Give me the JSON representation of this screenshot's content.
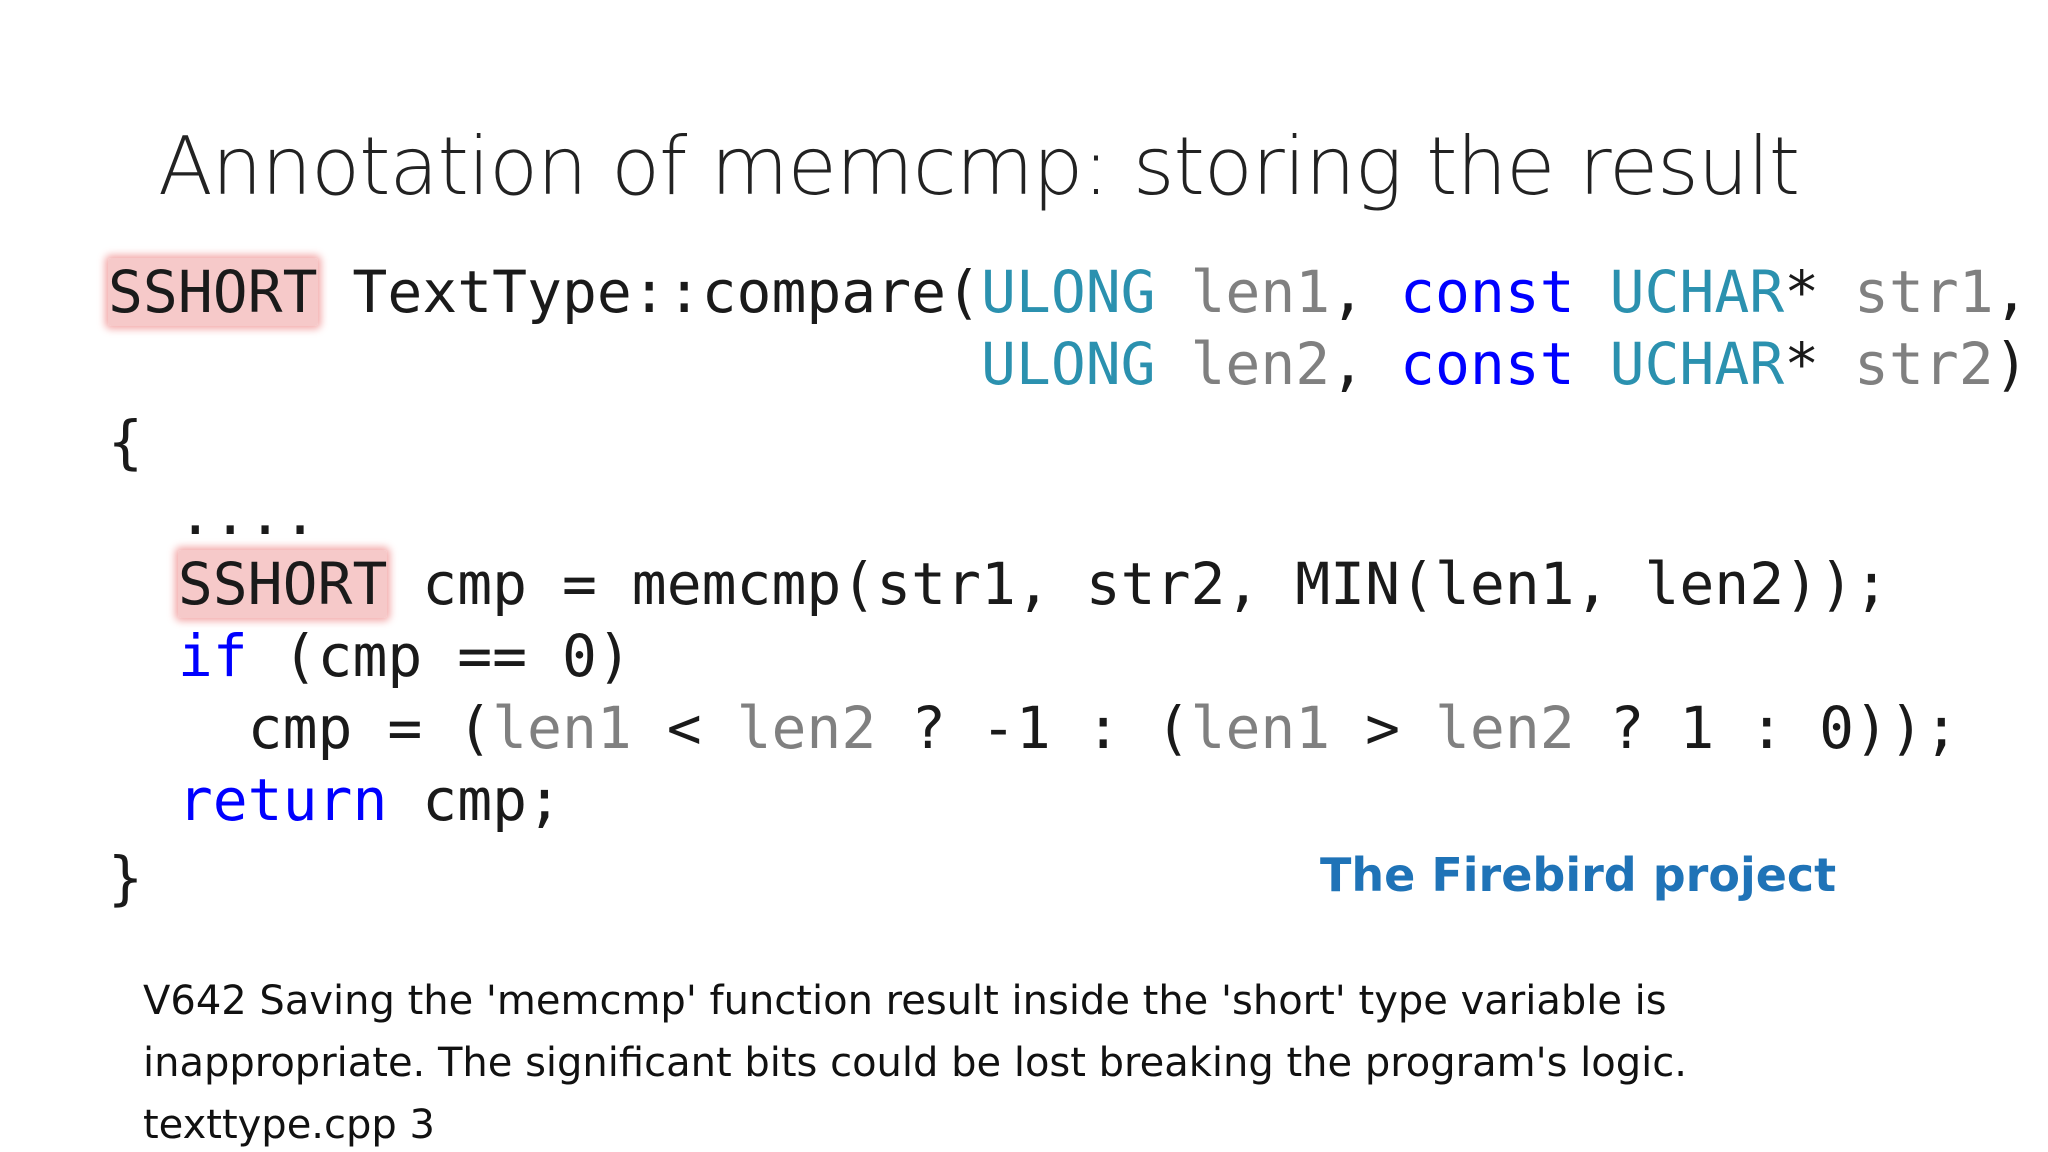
{
  "slide": {
    "title": "Annotation of memcmp: storing the result",
    "project_label": "The Firebird project",
    "diagnostic": {
      "line1": "V642 Saving the 'memcmp' function result inside the 'short' type variable is",
      "line2": "inappropriate. The significant bits could be lost breaking the program's logic.",
      "line3": "texttype.cpp 3"
    }
  },
  "code": {
    "line1": {
      "ret_type": "SSHORT",
      "fn": " TextType::compare(",
      "type1": "ULONG",
      "sp1": " ",
      "param1": "len1",
      "sep1": ", ",
      "kw1": "const",
      "sp2": " ",
      "type2": "UCHAR",
      "ptr1": "* ",
      "param2": "str1",
      "end": ","
    },
    "line2": {
      "indent": "                         ",
      "type1": "ULONG",
      "sp1": " ",
      "param1": "len2",
      "sep1": ", ",
      "kw1": "const",
      "sp2": " ",
      "type2": "UCHAR",
      "ptr1": "* ",
      "param2": "str2",
      "end": ")"
    },
    "line3": "{",
    "line4": "  ....",
    "line5": {
      "indent": "  ",
      "type": "SSHORT",
      "rest": " cmp = memcmp(str1, str2, MIN(len1, len2));"
    },
    "line6": {
      "indent": "  ",
      "kw": "if",
      "rest": " (cmp == 0)"
    },
    "line7": {
      "pre": "    cmp = (",
      "p1": "len1",
      "op1": " < ",
      "p2": "len2",
      "mid": " ? -1 : (",
      "p3": "len1",
      "op2": " > ",
      "p4": "len2",
      "end": " ? 1 : 0));"
    },
    "line8": {
      "indent": "  ",
      "kw": "return",
      "rest": " cmp;"
    },
    "line9": "}"
  },
  "colors": {
    "type": "#2b91af",
    "keyword": "#0000ff",
    "param": "#808080",
    "highlight": "#f6c9c9",
    "project": "#1f73b7"
  }
}
